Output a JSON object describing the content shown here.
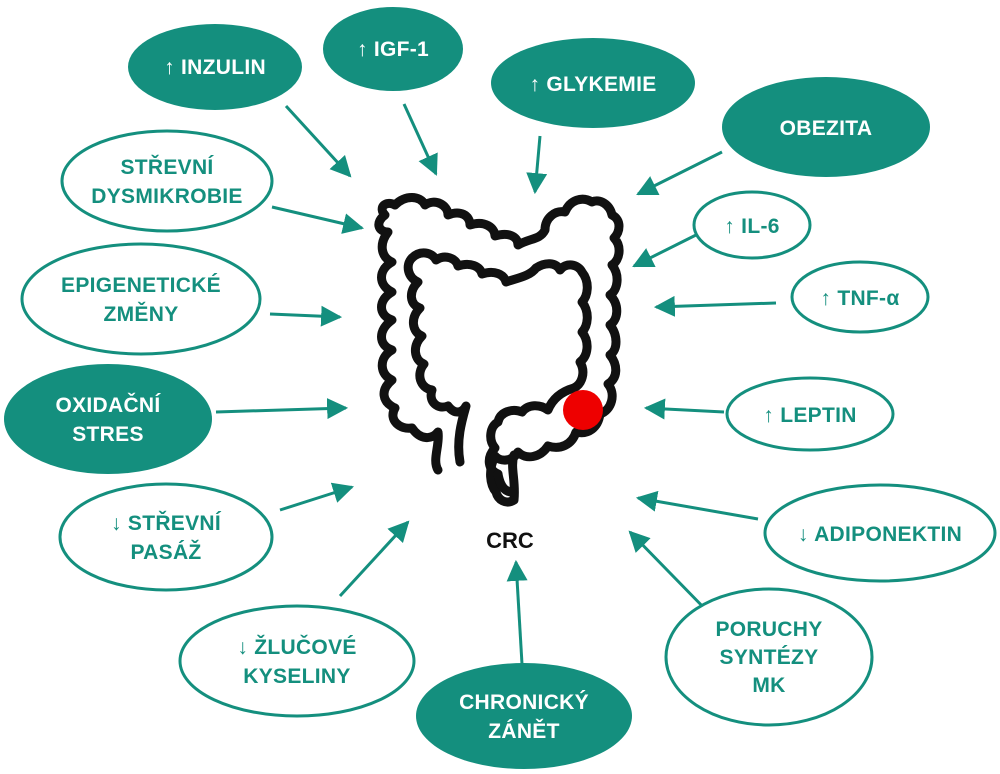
{
  "colors": {
    "teal": "#148f7e",
    "white": "#ffffff",
    "tumor": "#ee0000",
    "outline": "#111111"
  },
  "center": {
    "label": "CRC",
    "icon": "colon-icon"
  },
  "factors": {
    "inzulin": {
      "lines": [
        "↑ INZULIN"
      ],
      "style": "filled"
    },
    "igf1": {
      "lines": [
        "↑ IGF-1"
      ],
      "style": "filled"
    },
    "glykemie": {
      "lines": [
        "↑ GLYKEMIE"
      ],
      "style": "filled"
    },
    "obezita": {
      "lines": [
        "OBEZITA"
      ],
      "style": "filled"
    },
    "strevni_dysmikrobie": {
      "lines": [
        "STŘEVNÍ",
        "DYSMIKROBIE"
      ],
      "style": "outline"
    },
    "il6": {
      "lines": [
        "↑ IL-6"
      ],
      "style": "outline"
    },
    "tnf": {
      "lines": [
        "↑ TNF-α"
      ],
      "style": "outline"
    },
    "epigeneticke_zmeny": {
      "lines": [
        "EPIGENETICKÉ",
        "ZMĚNY"
      ],
      "style": "outline"
    },
    "oxidacni_stres": {
      "lines": [
        "OXIDAČNÍ",
        "STRES"
      ],
      "style": "filled"
    },
    "leptin": {
      "lines": [
        "↑ LEPTIN"
      ],
      "style": "outline"
    },
    "strevni_pasaz": {
      "lines": [
        "↓ STŘEVNÍ",
        "PASÁŽ"
      ],
      "style": "outline"
    },
    "adiponektin": {
      "lines": [
        "↓ ADIPONEKTIN"
      ],
      "style": "outline"
    },
    "zlucove_kyseliny": {
      "lines": [
        "↓ ŽLUČOVÉ",
        "KYSELINY"
      ],
      "style": "outline"
    },
    "chronicky_zanet": {
      "lines": [
        "CHRONICKÝ",
        "ZÁNĚT"
      ],
      "style": "filled"
    },
    "poruchy_syntezy_mk": {
      "lines": [
        "PORUCHY",
        "SYNTÉZY",
        "MK"
      ],
      "style": "outline"
    }
  }
}
